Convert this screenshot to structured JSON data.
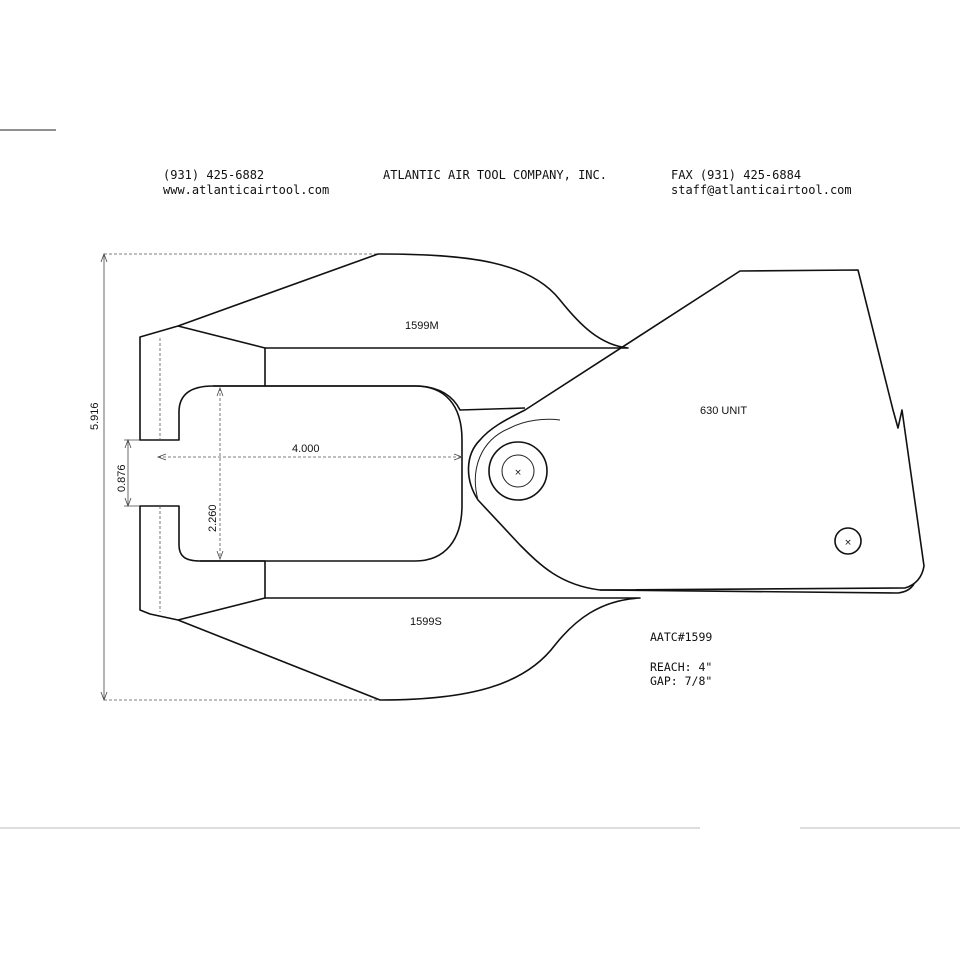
{
  "header": {
    "phone": "(931) 425-6882",
    "website": "www.atlanticairtool.com",
    "company": "ATLANTIC AIR TOOL COMPANY, INC.",
    "fax": "FAX (931) 425-6884",
    "email": "staff@atlanticairtool.com"
  },
  "parts": {
    "upper_jaw": "1599M",
    "lower_jaw": "1599S",
    "unit": "630 UNIT"
  },
  "dimensions": {
    "overall_height": "5.916",
    "gap": "0.876",
    "reach": "4.000",
    "throat_depth": "2.260"
  },
  "notes": {
    "model": "AATC#1599",
    "reach_line": "REACH:  4\"",
    "gap_line": "GAP:  7/8\""
  }
}
